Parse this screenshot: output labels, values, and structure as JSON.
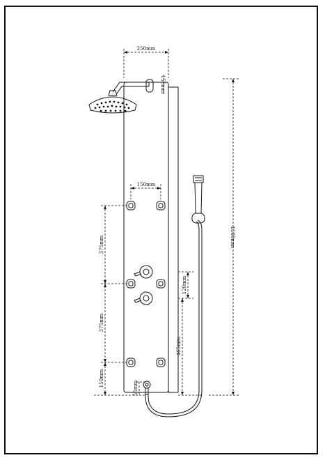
{
  "dimensions": {
    "head_width": "250mm",
    "arm_offset": "150mm",
    "jet_spacing": "150mm",
    "upper_jet_gap": "375mm",
    "lower_jet_gap": "375mm",
    "bottom_jet_height": "150mm",
    "outlet_height": "55mm",
    "valve_spacing": "120mm",
    "valve_height": "465mm",
    "total_height": "1500mm"
  },
  "colors": {
    "line": "#111111",
    "background": "#ffffff"
  },
  "icons": [
    "rain-shower-head",
    "shower-arm",
    "body-jet",
    "mixing-valve",
    "hand-shower",
    "hose",
    "hose-outlet"
  ]
}
